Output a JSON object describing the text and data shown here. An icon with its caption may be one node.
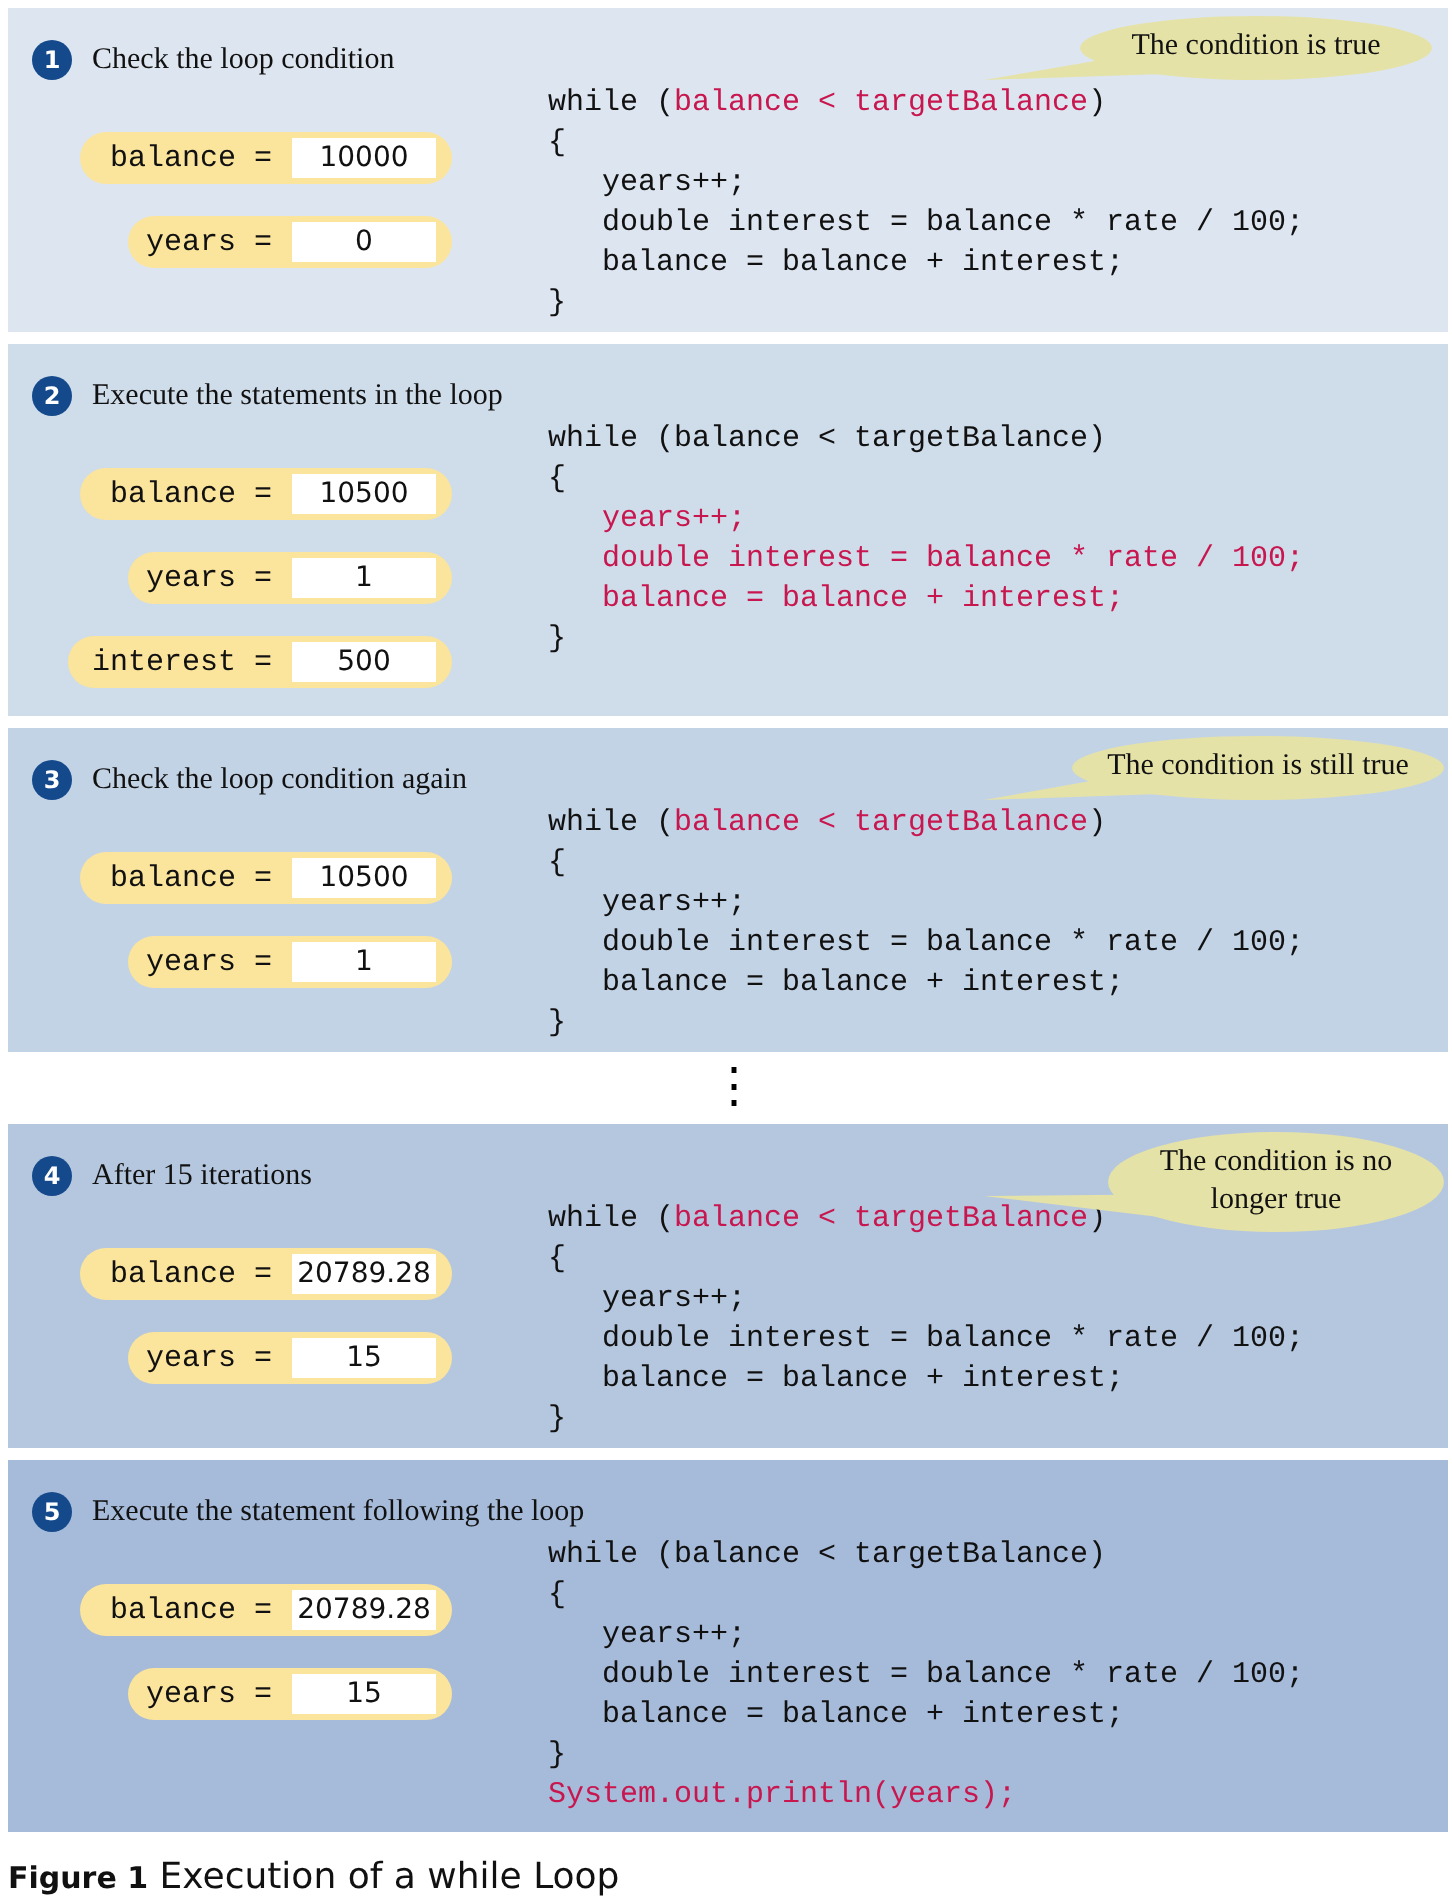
{
  "diagram": {
    "caption": "**Figure 1** Execution of a while Loop",
    "nodes": [
      {
        "text": [
          "1",
          "Check the loop condition",
          "while (balance < targetBalance)",
          "{",
          "years++;",
          "double interest = balance * rate / 100;",
          "balance = balance + interest;",
          "}"
        ]
      },
      {
        "in": 0,
        "text": [
          "The condition is true"
        ]
      },
      {
        "in": 0,
        "text": [
          "balance =",
          "10000"
        ]
      },
      {
        "in": 0,
        "text": [
          "years =",
          "0"
        ]
      },
      {
        "text": [
          "2",
          "Execute the statements in the loop",
          "while (balance < targetBalance)",
          "{",
          "years++;",
          "double interest = balance * rate / 100;",
          "balance = balance + interest;",
          "}"
        ]
      },
      {
        "in": 4,
        "text": [
          "balance =",
          "10500"
        ]
      },
      {
        "in": 4,
        "text": [
          "years =",
          "1"
        ]
      },
      {
        "in": 4,
        "text": [
          "interest =",
          "500"
        ]
      },
      {
        "text": [
          "3",
          "Check the loop condition again",
          "while (balance < targetBalance)",
          "{",
          "years++;",
          "double interest = balance * rate / 100;",
          "balance = balance + interest;",
          "}"
        ]
      },
      {
        "in": 8,
        "text": [
          "The condition is still true"
        ]
      },
      {
        "in": 8,
        "text": [
          "balance =",
          "10500"
        ]
      },
      {
        "in": 8,
        "text": [
          "years =",
          "1"
        ]
      },
      {
        "text": [
          "4",
          "After 15 iterations",
          "while (balance < targetBalance)",
          "{",
          "years++;",
          "double interest = balance * rate / 100;",
          "balance = balance + interest;",
          "}"
        ]
      },
      {
        "in": 12,
        "text": [
          "The condition is no longer true"
        ]
      },
      {
        "in": 12,
        "text": [
          "balance =",
          "20789.28"
        ]
      },
      {
        "in": 12,
        "text": [
          "years =",
          "15"
        ]
      },
      {
        "text": [
          "5",
          "Execute the statement following the loop",
          "while (balance < targetBalance)",
          "{",
          "years++;",
          "double interest = balance * rate / 100;",
          "balance = balance + interest;",
          "}",
          "System.out.println(years);"
        ]
      },
      {
        "in": 16,
        "text": [
          "balance =",
          "20789.28"
        ]
      },
      {
        "in": 16,
        "text": [
          "years =",
          "15"
        ]
      }
    ],
    "labels": [
      "⋮"
    ]
  }
}
